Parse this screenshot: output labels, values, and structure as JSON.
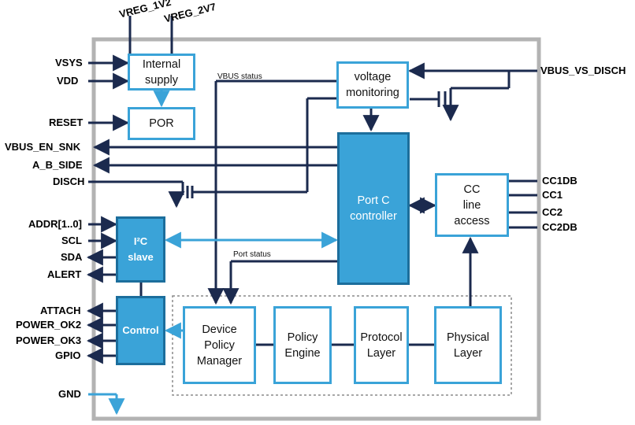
{
  "pins_top": {
    "vreg_1v2": "VREG_1V2",
    "vreg_2v7": "VREG_2V7"
  },
  "pins_left": {
    "vsys": "VSYS",
    "vdd": "VDD",
    "reset": "RESET",
    "vbus_en_snk": "VBUS_EN_SNK",
    "a_b_side": "A_B_SIDE",
    "disch": "DISCH",
    "addr": "ADDR[1..0]",
    "scl": "SCL",
    "sda": "SDA",
    "alert": "ALERT",
    "attach": "ATTACH",
    "power_ok2": "POWER_OK2",
    "power_ok3": "POWER_OK3",
    "gpio": "GPIO",
    "gnd": "GND"
  },
  "pins_right": {
    "vbus_vs_disch": "VBUS_VS_DISCH",
    "cc1db": "CC1DB",
    "cc1": "CC1",
    "cc2": "CC2",
    "cc2db": "CC2DB"
  },
  "blocks": {
    "internal_supply": [
      "Internal",
      "supply"
    ],
    "por": "POR",
    "voltage_monitoring": [
      "voltage",
      "monitoring"
    ],
    "port_c_controller": [
      "Port C",
      "controller"
    ],
    "cc_line_access": [
      "CC",
      "line",
      "access"
    ],
    "i2c_slave": [
      "I²C",
      "slave"
    ],
    "control": "Control",
    "device_policy_manager": [
      "Device",
      "Policy",
      "Manager"
    ],
    "policy_engine": [
      "Policy",
      "Engine"
    ],
    "protocol_layer": [
      "Protocol",
      "Layer"
    ],
    "physical_layer": [
      "Physical",
      "Layer"
    ]
  },
  "signals": {
    "vbus_status": "VBUS status",
    "port_status": "Port status"
  },
  "colors": {
    "block_blue": "#3aa3d8",
    "block_blue_dark": "#1c6e9c",
    "line": "#1b2a4e",
    "frame": "#b3b3b3"
  }
}
